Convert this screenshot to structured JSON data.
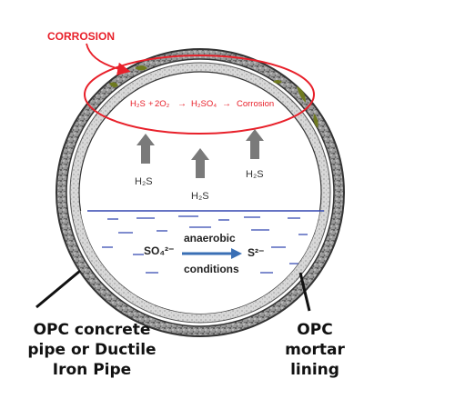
{
  "labels": {
    "corrosion_callout": "CORROSION",
    "reaction": {
      "h2s": "H₂S",
      "plus": "+",
      "o2": "2O₂",
      "arrow1": "→",
      "h2so4": "H₂SO₄",
      "arrow2": "→",
      "corrosion": "Corrosion"
    },
    "gas_left": "H₂S",
    "gas_middle": "H₂S",
    "gas_right": "H₂S",
    "sulfate": "SO₄²⁻",
    "sulfide": "S²⁻",
    "process_top": "anaerobic",
    "process_bottom": "conditions",
    "pipe_label": [
      "OPC concrete",
      "pipe or Ductile",
      "Iron Pipe"
    ],
    "lining_label": [
      "OPC",
      "mortar",
      "lining"
    ]
  },
  "colors": {
    "corrosion_red": "#e8202a",
    "water_line": "#3347b0",
    "arrow_gray": "#7a7a7a",
    "deposit": "#6f7a1f",
    "process_arrow": "#3a6fb5"
  },
  "icons": [
    "gas-rise-arrow",
    "process-arrow",
    "callout-arrow",
    "label-pointer"
  ]
}
